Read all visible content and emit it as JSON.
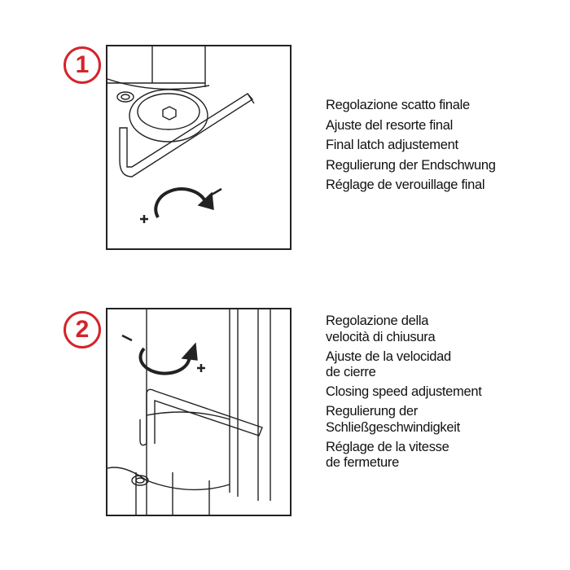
{
  "step1": {
    "number": "1",
    "lines": [
      "Regolazione scatto finale",
      "Ajuste del resorte final",
      "Final latch adjustement",
      "Regulierung der Endschwung",
      "Réglage de verouillage final"
    ]
  },
  "step2": {
    "number": "2",
    "items": [
      [
        "Regolazione della",
        "velocità di chiusura"
      ],
      [
        "Ajuste de la velocidad",
        "de cierre"
      ],
      [
        "Closing speed adjustement"
      ],
      [
        "Regulierung der",
        "Schließgeschwindigkeit"
      ],
      [
        "Réglage de la vitesse",
        "de fermeture"
      ]
    ]
  },
  "colors": {
    "accent": "#d4242a",
    "line": "#222222"
  }
}
